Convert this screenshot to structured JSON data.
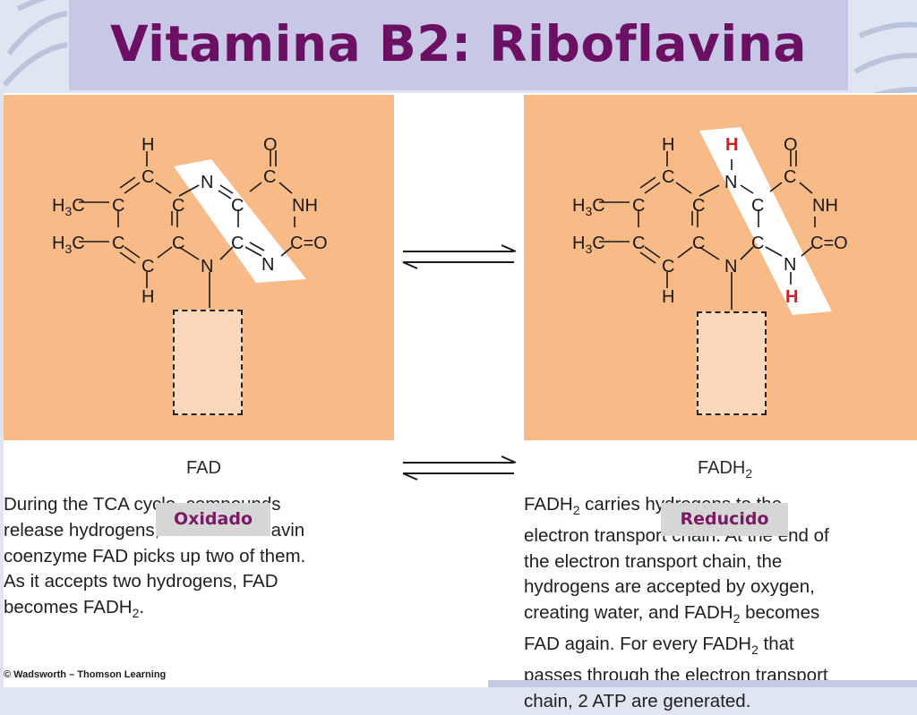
{
  "slide": {
    "title": "Vitamina B2: Riboflavina",
    "credit": "© Wadsworth – Thomson Learning"
  },
  "figure": {
    "left_label": "FAD",
    "right_label_main": "FADH",
    "right_label_sub": "2",
    "tag_left": "Oxidado",
    "tag_right": "Reducido",
    "left_text_lines": [
      "During the TCA cycle, compounds",
      "release hydrogens, and the riboflavin",
      "coenzyme FAD picks up two of them.",
      "As it accepts two hydrogens, FAD",
      "becomes FADH"
    ],
    "right_text_lines": [
      "FADH",
      "electron transport chain. At the end of",
      "the electron transport chain, the",
      "hydrogens are accepted by oxygen,",
      "creating water, and FADH",
      "FAD again. For every FADH",
      "passes through the electron transport",
      "chain, 2 ATP are generated."
    ],
    "right_text_frag": {
      "l1_after_sub": " carries hydrogens to the",
      "l5_after_sub": " becomes",
      "l6_after_sub": " that"
    },
    "sub2": "2",
    "sub2_period": ".",
    "atoms": {
      "H": "H",
      "C": "C",
      "N": "N",
      "O": "O",
      "NH": "NH",
      "H3C": "H",
      "sub3": "3",
      "CEq": "C=O"
    }
  },
  "colors": {
    "panel": "#f8ba86",
    "title": "#6b1063",
    "tag_text": "#7a1a66",
    "highlight_h": "#d02020"
  }
}
